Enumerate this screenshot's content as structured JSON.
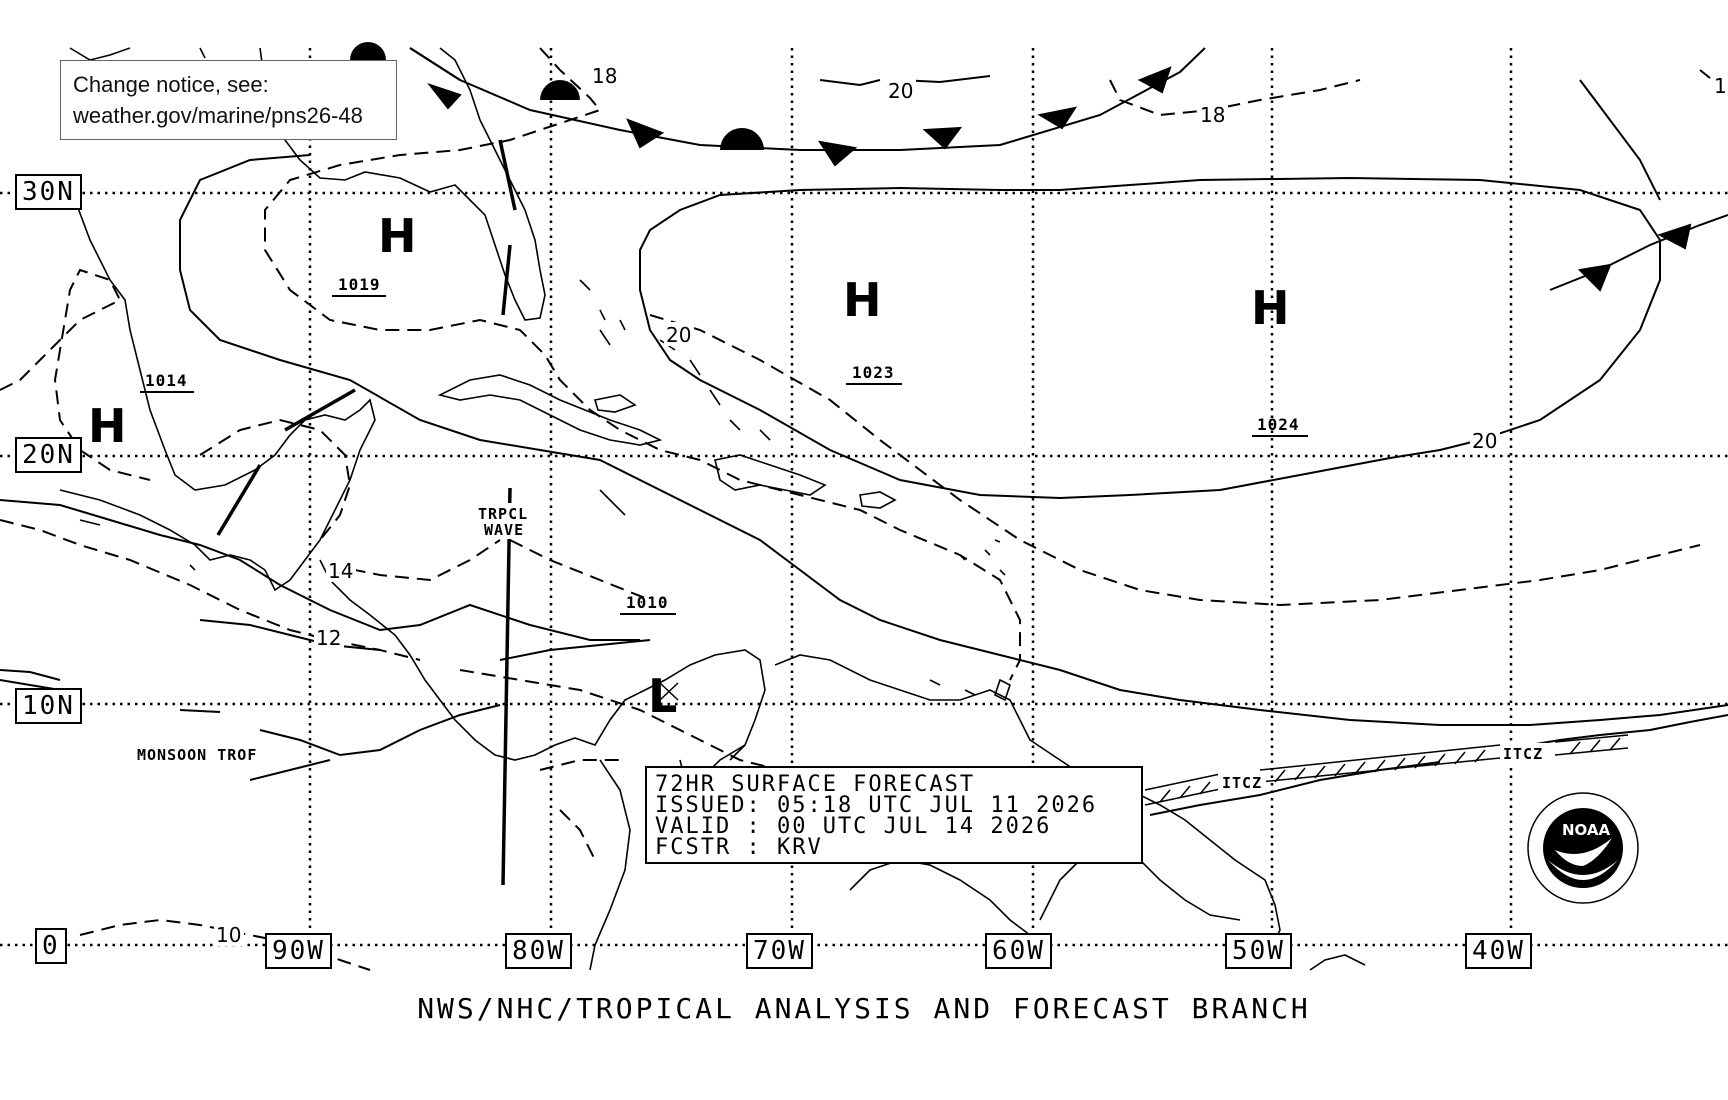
{
  "notice": {
    "line1": "Change notice, see:",
    "line2": "weather.gov/marine/pns26-48"
  },
  "lat_labels": [
    "30N",
    "20N",
    "10N",
    "0"
  ],
  "lon_labels": [
    "90W",
    "80W",
    "70W",
    "60W",
    "50W",
    "40W"
  ],
  "pressure_centers": [
    {
      "letter": "H",
      "value": "1019"
    },
    {
      "letter": "H",
      "value": "1014"
    },
    {
      "letter": "H",
      "value": "1023"
    },
    {
      "letter": "H",
      "value": "1024"
    },
    {
      "letter": "L",
      "value": "1010"
    }
  ],
  "isobar_labels": [
    "18",
    "20",
    "18",
    "20",
    "20",
    "14",
    "12",
    "10",
    "1"
  ],
  "features": {
    "tropical_wave": [
      "TRPCL",
      "WAVE"
    ],
    "monsoon": "MONSOON TROF",
    "itcz": "ITCZ"
  },
  "forecast_box": {
    "line1": "72HR SURFACE FORECAST",
    "line2": "ISSUED: 05:18 UTC JUL 11 2026",
    "line3": "VALID : 00 UTC JUL 14 2026",
    "line4": "FCSTR : KRV"
  },
  "logo": {
    "text": "NOAA"
  },
  "footer": "NWS/NHC/TROPICAL ANALYSIS AND FORECAST BRANCH"
}
